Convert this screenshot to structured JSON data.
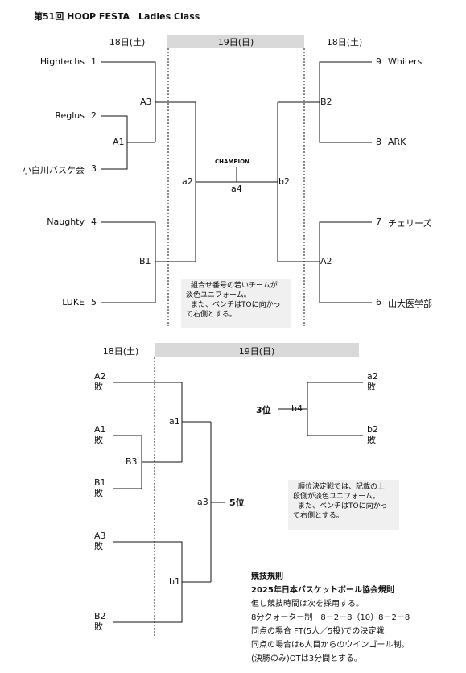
{
  "title": "第51回 HOOP FESTA　Ladies Class",
  "top": {
    "day_left": "18日(土)",
    "day_center": "19日(日)",
    "day_right": "18日(土)",
    "teams_left": [
      {
        "name": "Hightechs",
        "num": "1"
      },
      {
        "name": "Reglus",
        "num": "2"
      },
      {
        "name": "小白川バスケ会",
        "num": "3"
      },
      {
        "name": "Naughty",
        "num": "4"
      },
      {
        "name": "LUKE",
        "num": "5"
      }
    ],
    "teams_right": [
      {
        "num": "9",
        "name": "Whiters"
      },
      {
        "num": "8",
        "name": "ARK"
      },
      {
        "num": "7",
        "name": "チェリーズ"
      },
      {
        "num": "6",
        "name": "山大医学部"
      }
    ],
    "games": {
      "A1": "A1",
      "A3": "A3",
      "B1": "B1",
      "B2": "B2",
      "A2": "A2",
      "a2": "a2",
      "b2": "b2",
      "a4": "a4"
    },
    "champion": "CHAMPION",
    "note": [
      "組合せ番号の若いチームが",
      "淡色ユニフォーム。",
      "また、ベンチはTOに向かっ",
      "て右側とする。"
    ]
  },
  "bottom": {
    "day_left": "18日(土)",
    "day_center": "19日(日)",
    "entries": [
      {
        "line1": "A2",
        "line2": "敗"
      },
      {
        "line1": "A1",
        "line2": "敗"
      },
      {
        "line1": "B1",
        "line2": "敗"
      },
      {
        "line1": "A3",
        "line2": "敗"
      },
      {
        "line1": "B2",
        "line2": "敗"
      }
    ],
    "right_entries": [
      {
        "line1": "a2",
        "line2": "敗"
      },
      {
        "line1": "b2",
        "line2": "敗"
      }
    ],
    "games": {
      "a1": "a1",
      "B3": "B3",
      "b1": "b1",
      "a3": "a3",
      "b4": "b4"
    },
    "place3": "3位",
    "place5": "5位",
    "note": [
      "順位決定戦では、記載の上",
      "段側が淡色ユニフォーム。",
      "また、ベンチはTOに向かっ",
      "て右側とする。"
    ]
  },
  "rules": {
    "heading": "競技規則",
    "subheading": "2025年日本バスケットボール協会規則",
    "lines": [
      "但し競技時間は次を採用する。",
      "8分クォーター制　8－2－8（10）8－2－8",
      "同点の場合 FT(5人／5投)での決定戦",
      "同点の場合は6人目からのウインゴール制。",
      "(決勝のみ)OTは3分間とする。"
    ]
  }
}
